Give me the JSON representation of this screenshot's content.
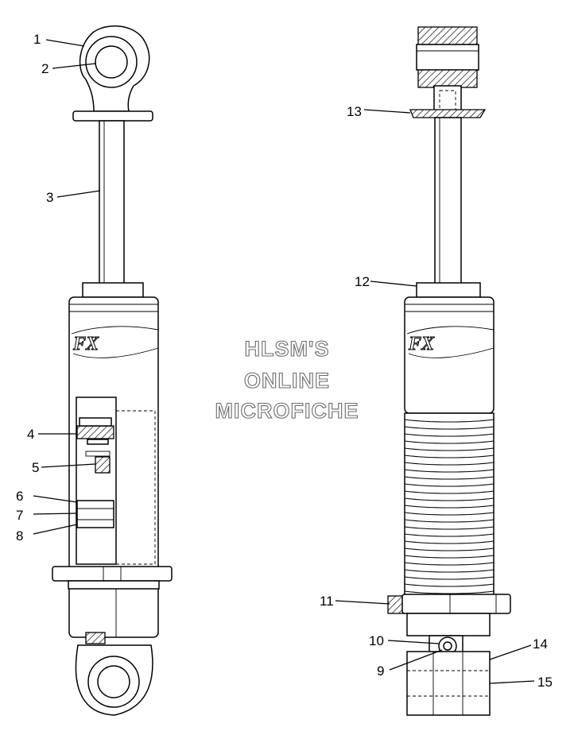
{
  "watermark": {
    "line1": "HLSM'S",
    "line2": "ONLINE",
    "line3": "MICROFICHE"
  },
  "callouts": [
    "1",
    "2",
    "3",
    "4",
    "5",
    "6",
    "7",
    "8",
    "9",
    "10",
    "11",
    "12",
    "13",
    "14",
    "15"
  ],
  "colors": {
    "line": "#000000",
    "watermark_outline": "#6b6b6b",
    "background": "#ffffff"
  }
}
